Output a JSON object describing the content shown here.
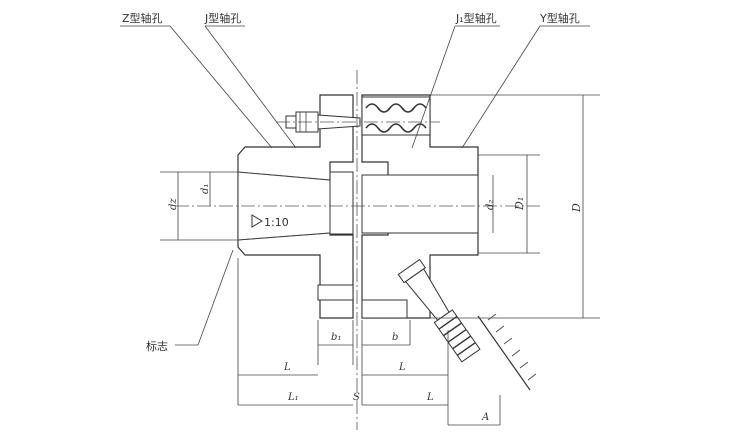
{
  "labels": {
    "z_bore": "Z型轴孔",
    "j_bore": "J型轴孔",
    "j1_bore": "J₁型轴孔",
    "y_bore": "Y型轴孔",
    "mark": "标志",
    "taper": "1:10"
  },
  "dimensions": {
    "d_1": "d₁",
    "d_2": "d₂",
    "d_z": "dz",
    "D_1": "D₁",
    "D": "D",
    "b_1": "b₁",
    "b": "b",
    "L_left": "L",
    "L_right": "L",
    "L_1": "L₁",
    "S": "S",
    "L_bottom_right": "L",
    "A": "A"
  },
  "colors": {
    "line": "#333333",
    "hatch": "#444444",
    "background": "#ffffff"
  }
}
